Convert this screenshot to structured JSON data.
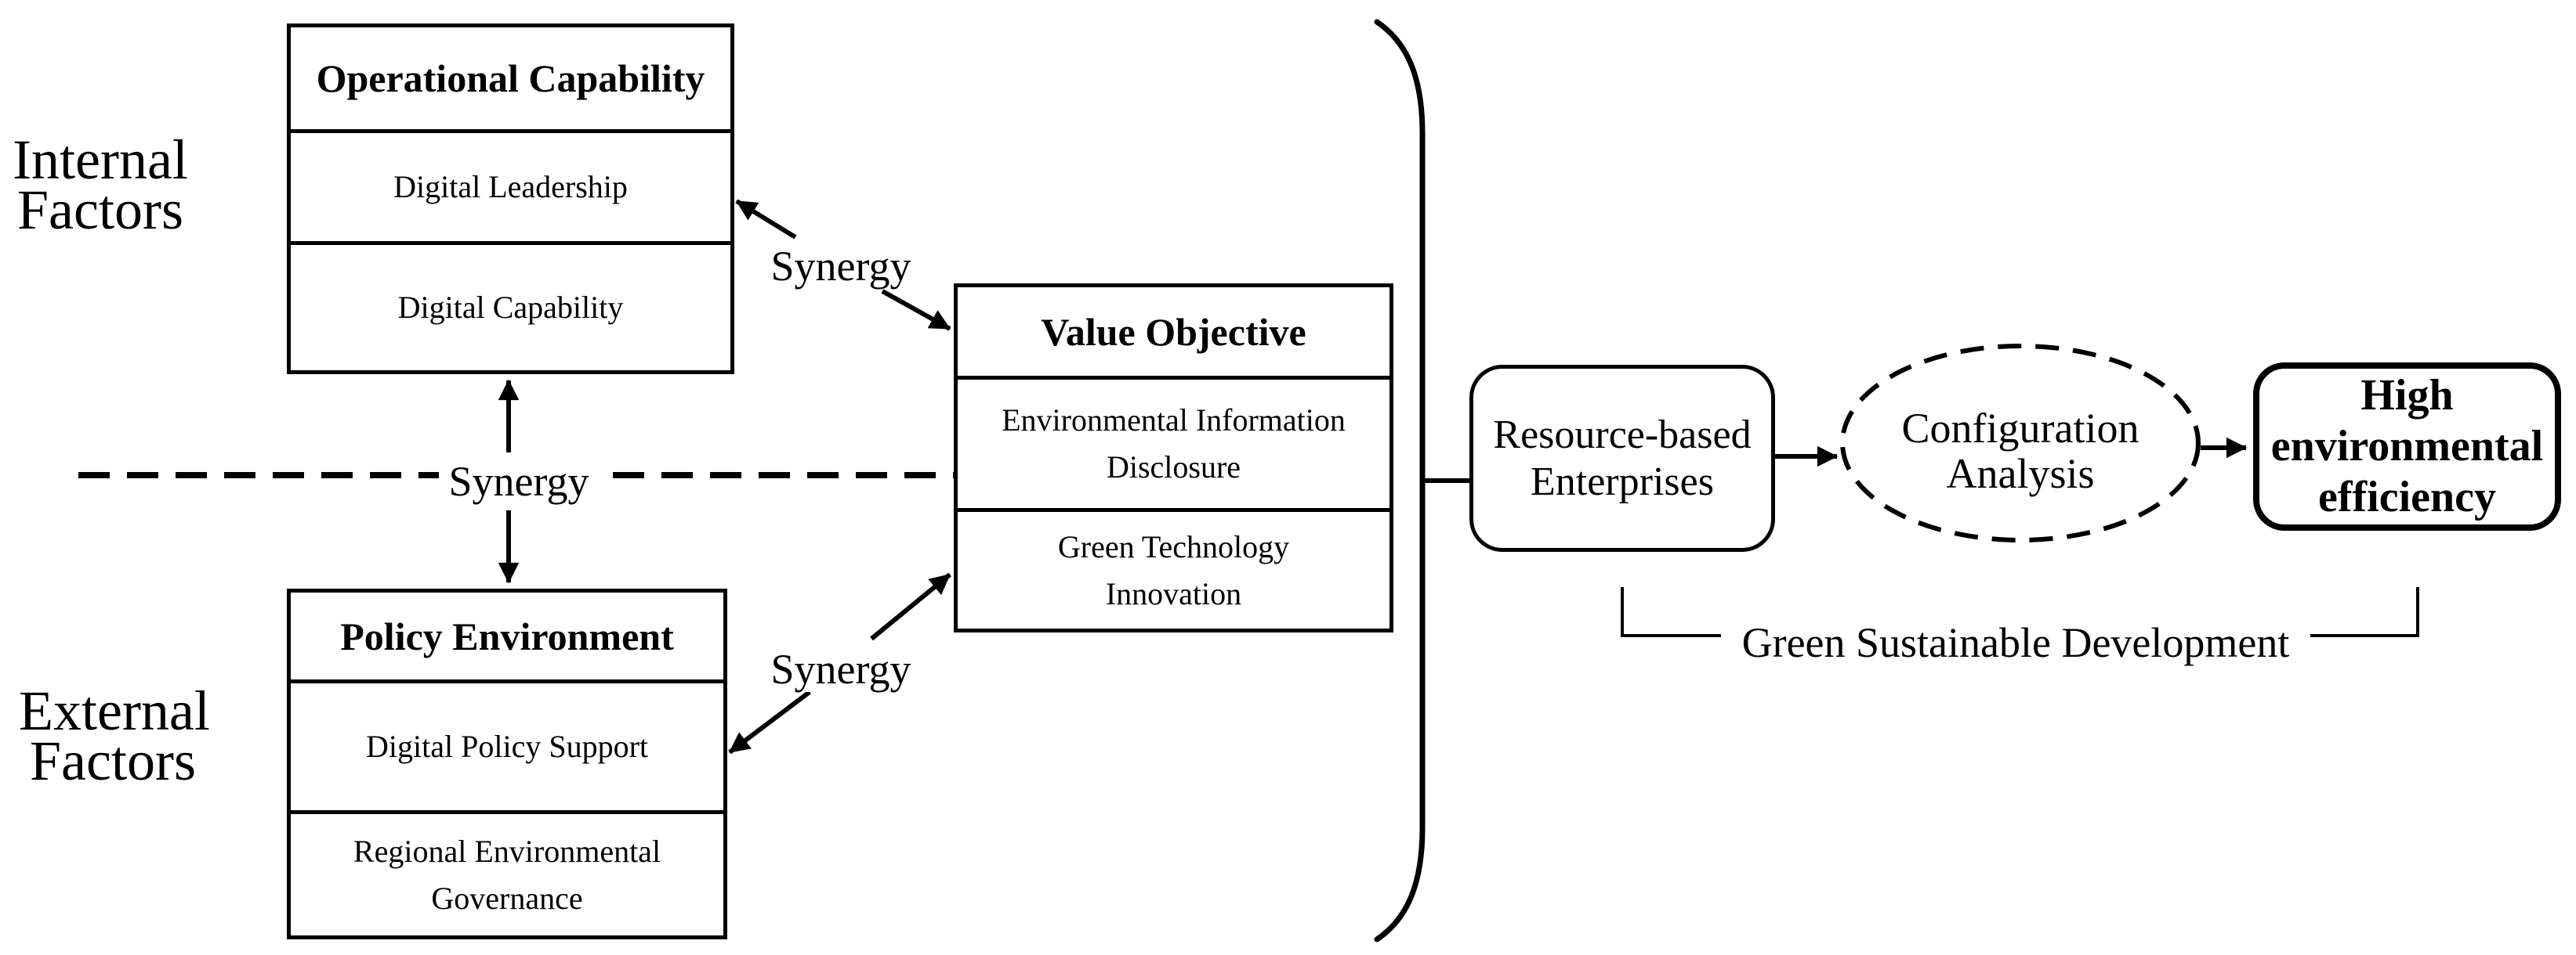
{
  "factor_labels": {
    "internal": "Internal\nFactors",
    "external": "External\nFactors"
  },
  "boxes": {
    "operational_capability": {
      "title": "Operational Capability",
      "rows": [
        "Digital Leadership",
        "Digital Capability"
      ]
    },
    "policy_environment": {
      "title": "Policy Environment",
      "rows": [
        "Digital Policy Support",
        "Regional Environmental\nGovernance"
      ]
    },
    "value_objective": {
      "title": "Value Objective",
      "rows": [
        "Environmental Information\nDisclosure",
        "Green Technology\nInnovation"
      ]
    }
  },
  "synergy": {
    "top": "Synergy",
    "middle": "Synergy",
    "bottom": "Synergy"
  },
  "flow": {
    "resource_based_enterprises": "Resource-based\nEnterprises",
    "configuration_analysis": "Configuration\nAnalysis",
    "high_environmental_efficiency": "High\nenvironmental\nefficiency",
    "green_sustainable_development": "Green Sustainable Development"
  },
  "colors": {
    "ink": "#000000",
    "background": "#ffffff"
  }
}
